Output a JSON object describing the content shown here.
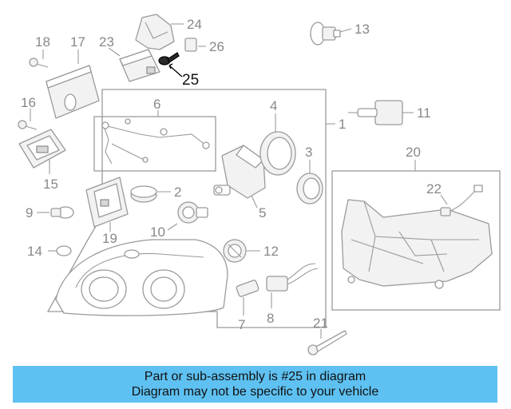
{
  "callouts": {
    "c1": "1",
    "c2": "2",
    "c3": "3",
    "c4": "4",
    "c5": "5",
    "c6": "6",
    "c7": "7",
    "c8": "8",
    "c9": "9",
    "c10": "10",
    "c11": "11",
    "c12": "12",
    "c13": "13",
    "c14": "14",
    "c15": "15",
    "c16": "16",
    "c17": "17",
    "c18": "18",
    "c19": "19",
    "c20": "20",
    "c21": "21",
    "c22": "22",
    "c23": "23",
    "c24": "24",
    "c25": "25",
    "c26": "26"
  },
  "highlighted_part": "25",
  "banner": {
    "line1": "Part or sub-assembly is #25 in diagram",
    "line2": "Diagram may not be specific to your vehicle"
  },
  "colors": {
    "banner_bg": "#5ec1f2",
    "line_art": "#9a9a9a",
    "highlight": "#000000"
  }
}
